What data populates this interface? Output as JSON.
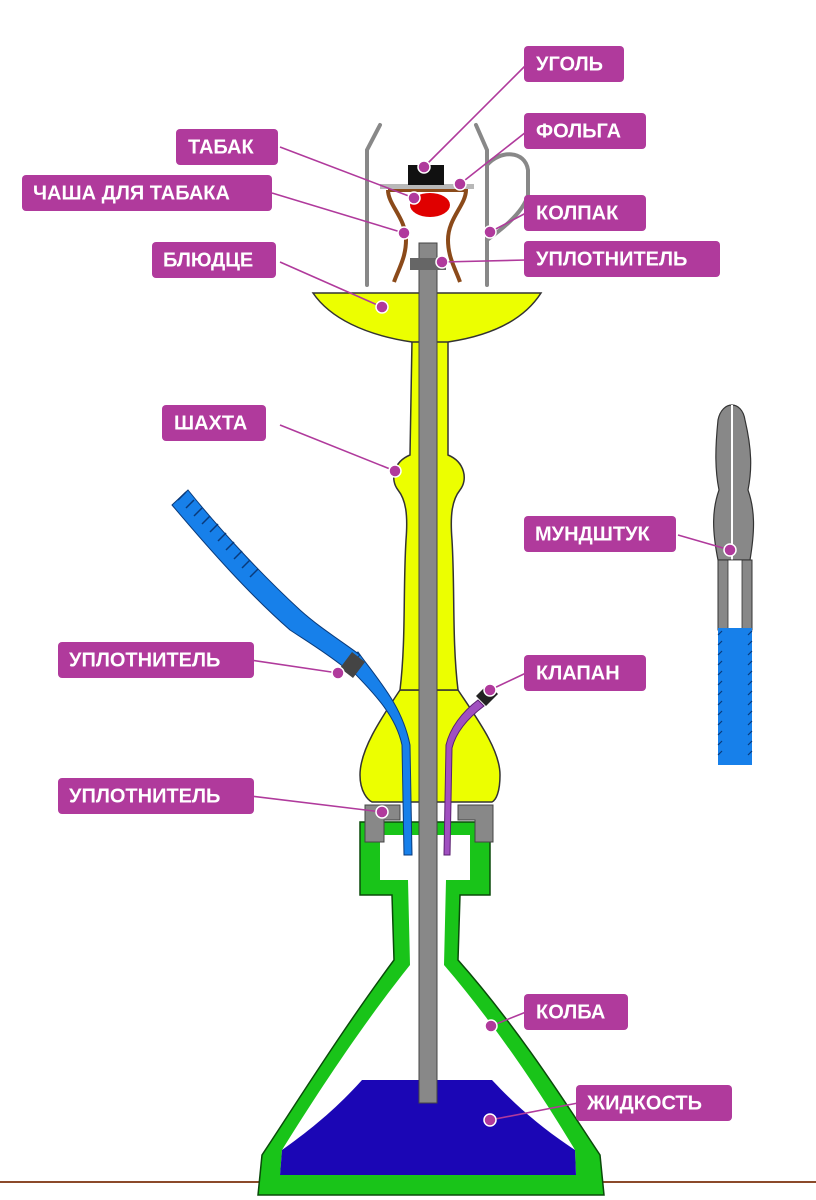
{
  "colors": {
    "label": "#b03a9c",
    "yellow": "#ecff00",
    "green": "#19c419",
    "blue_hose": "#1780ea",
    "liquid": "#1b06b5",
    "gray": "#888888",
    "ground": "#8b4a2a",
    "tobacco": "#e00000"
  },
  "labels": {
    "coal": "УГОЛЬ",
    "foil": "ФОЛЬГА",
    "tobacco": "ТАБАК",
    "bowl": "ЧАША ДЛЯ ТАБАКА",
    "cap": "КОЛПАК",
    "seal_top": "УПЛОТНИТЕЛЬ",
    "saucer": "БЛЮДЦЕ",
    "shaft": "ШАХТА",
    "mouthpiece": "МУНДШТУК",
    "seal_hose": "УПЛОТНИТЕЛЬ",
    "valve": "КЛАПАН",
    "seal_bottom": "УПЛОТНИТЕЛЬ",
    "flask": "КОЛБА",
    "liquid": "ЖИДКОСТЬ"
  }
}
